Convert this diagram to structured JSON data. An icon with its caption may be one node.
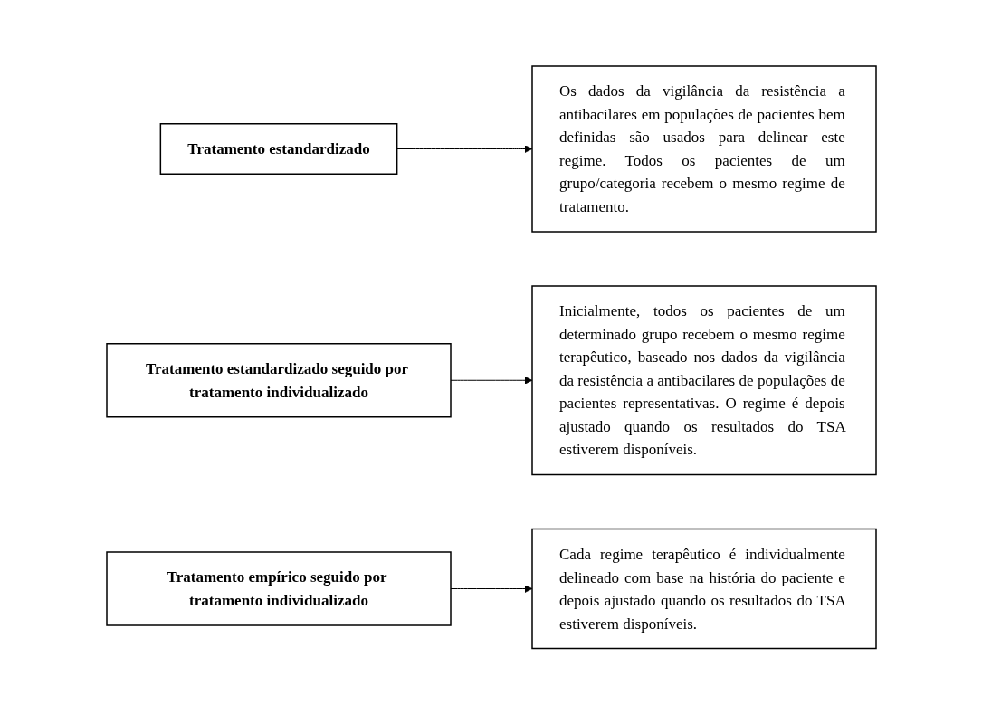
{
  "diagram": {
    "nodes": [
      {
        "text": [
          "Tratamento estandardizado"
        ]
      },
      {
        "text": [
          "Os dados da vigilância da resistência a antibacilares em populações de pacientes bem definidas são usados para delinear este regime. Todos os pacientes de um grupo/categoria recebem o mesmo regime de tratamento."
        ]
      },
      {
        "text": [
          "Tratamento estandardizado seguido por tratamento individualizado"
        ]
      },
      {
        "text": [
          "Inicialmente, todos os pacientes de um determinado grupo recebem o mesmo regime terapêutico, baseado nos dados da vigilância da resistência a antibacilares de populações de pacientes representativas. O regime é depois ajustado quando os resultados do TSA estiverem disponíveis."
        ]
      },
      {
        "text": [
          "Tratamento empírico seguido por tratamento individualizado"
        ]
      },
      {
        "text": [
          "Cada regime terapêutico é individualmente delineado com base na história do paciente e depois ajustado quando os resultados do TSA estiverem disponíveis."
        ]
      }
    ],
    "edges": [
      {
        "from": 0,
        "to": 1,
        "arrow": "to"
      },
      {
        "from": 2,
        "to": 3,
        "arrow": "to"
      },
      {
        "from": 4,
        "to": 5,
        "arrow": "to"
      }
    ]
  }
}
